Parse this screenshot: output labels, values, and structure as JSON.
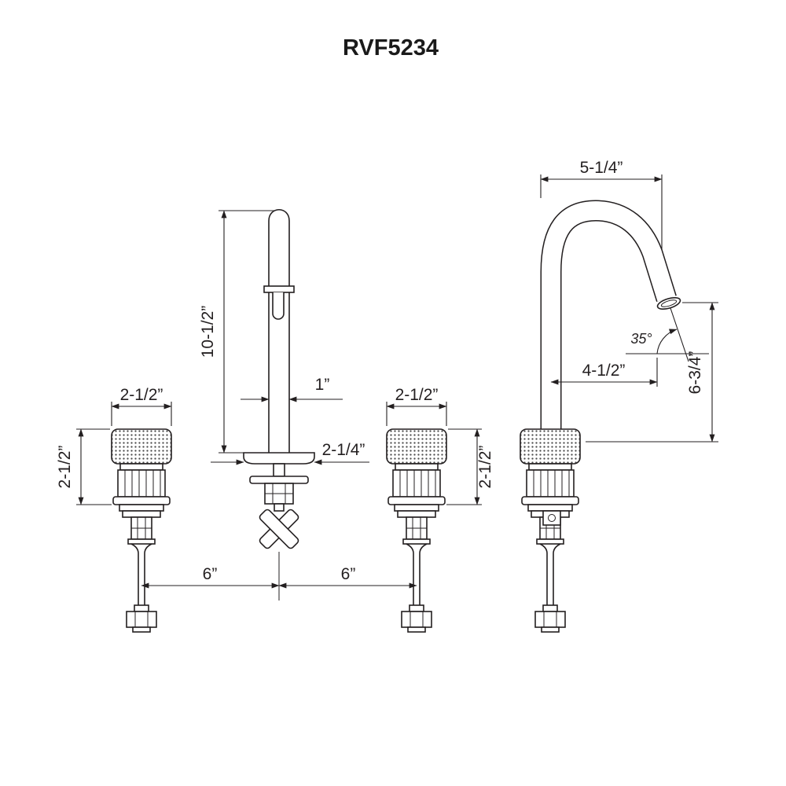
{
  "title": "RVF5234",
  "colors": {
    "ink": "#231f20",
    "paper": "#ffffff"
  },
  "views": {
    "front": {
      "dims": {
        "spout_height": "10-1/2”",
        "spout_width": "1”",
        "base_plate_width": "2-1/4”",
        "handle_width_left": "2-1/2”",
        "handle_height_left": "2-1/2”",
        "handle_width_right": "2-1/2”",
        "handle_height_right": "2-1/2”",
        "spacing_left": "6”",
        "spacing_right": "6”"
      }
    },
    "side": {
      "dims": {
        "top_reach": "5-1/4”",
        "outlet_reach": "4-1/2”",
        "outlet_height": "6-3/4”",
        "outlet_angle": "35°"
      }
    }
  }
}
